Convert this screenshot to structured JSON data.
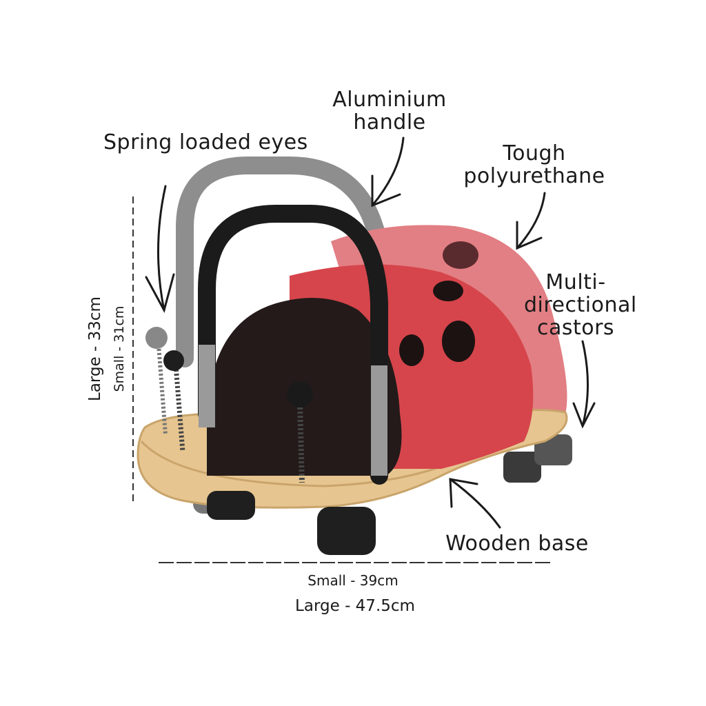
{
  "annotations": {
    "spring_eyes": "Spring loaded eyes",
    "aluminium_handle": "Aluminium handle",
    "tough_polyurethane": "Tough polyurethane",
    "castors": "Multi-directional castors",
    "wooden_base": "Wooden base"
  },
  "dimensions": {
    "height_large": "Large - 33cm",
    "height_small": "Small - 31cm",
    "width_small": "Small - 39cm",
    "width_large": "Large - 47.5cm"
  },
  "colors": {
    "shell_red": "#d8434a",
    "shell_red_back": "#e08080",
    "spots": "#1c1212",
    "head": "#2a1d1d",
    "wood": "#e3c28f",
    "handle_front": "#1b1b1b",
    "handle_back": "#8a8a8a",
    "wheels": "#2a2a2a"
  }
}
